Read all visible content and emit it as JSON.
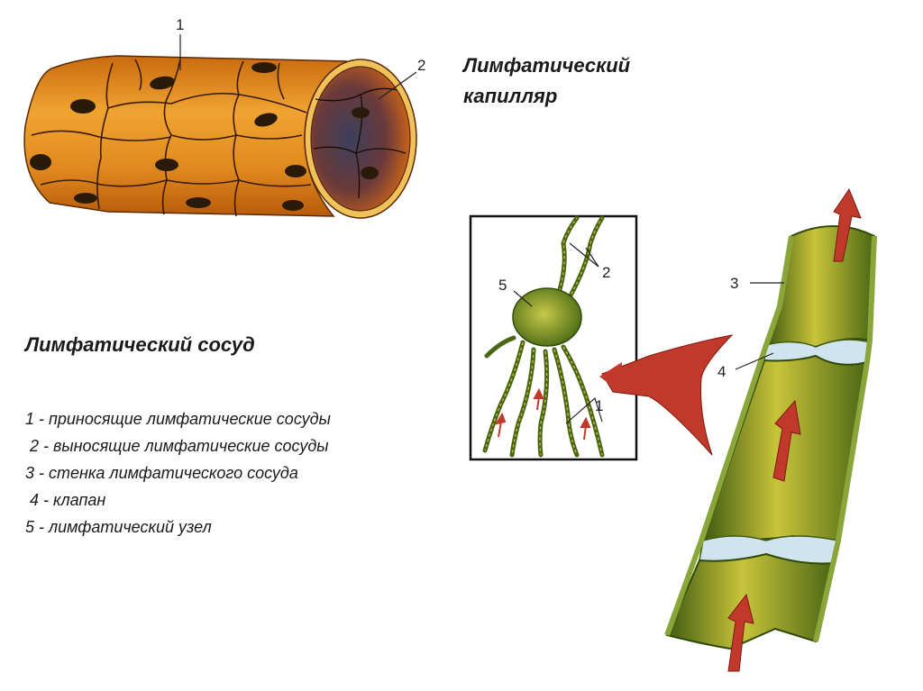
{
  "capillary": {
    "title_line1": "Лимфатический",
    "title_line2": "капилляр",
    "markers": [
      "1",
      "2"
    ]
  },
  "vessel": {
    "title": "Лимфатический сосуд",
    "markers": [
      "3",
      "4"
    ]
  },
  "node_inset": {
    "markers": [
      "5",
      "2",
      "1"
    ]
  },
  "legend": [
    "1 - приносящие лимфатические сосуды",
    " 2 - выносящие лимфатические сосуды",
    "3 - стенка лимфатического сосуда",
    " 4 - клапан",
    "5 - лимфатический узел"
  ],
  "colors": {
    "capillary_fill": "#e08a1e",
    "capillary_dark": "#8a3b06",
    "vessel_green": "#5f7a1a",
    "vessel_light": "#c9c43a",
    "arrow_red": "#c0392b"
  }
}
